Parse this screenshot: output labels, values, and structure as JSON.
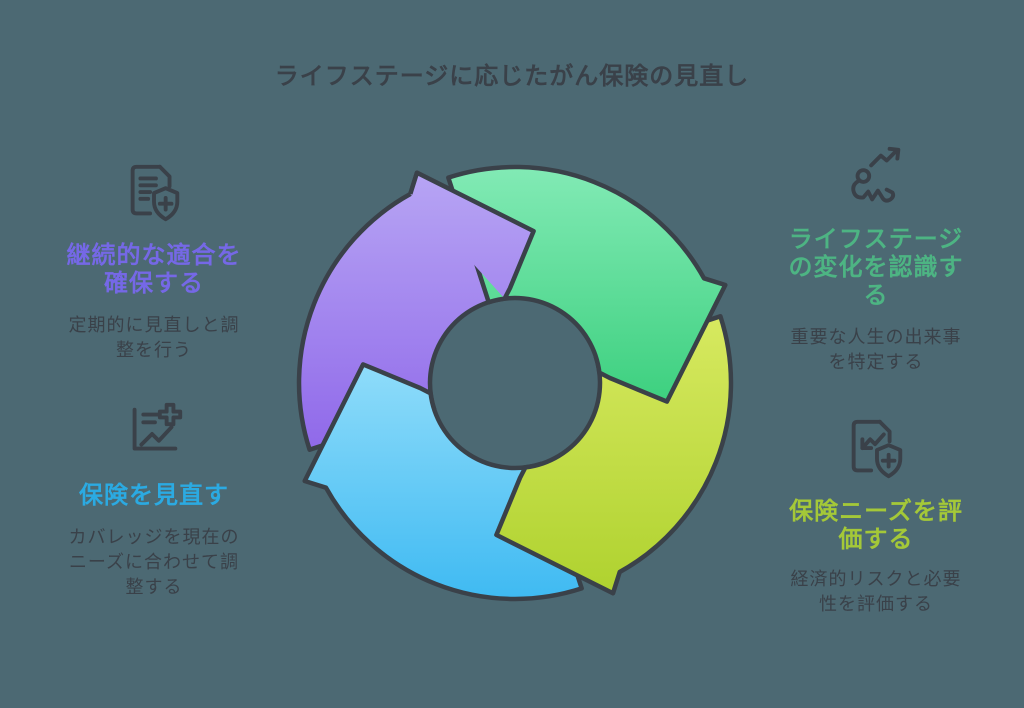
{
  "background": "#4C6973",
  "text_dark": "#3A4149",
  "title": {
    "text": "ライフステージに応じたがん保険の見直し"
  },
  "cycle": {
    "name": "life-stage-insurance-review-cycle",
    "outline": "#3A4149",
    "arrows": [
      {
        "name": "recognize-arrow",
        "position": "top-right",
        "light": "#82EAB5",
        "dark": "#3DD07F"
      },
      {
        "name": "assess-arrow",
        "position": "bottom-right",
        "light": "#D7E960",
        "dark": "#AFD22F"
      },
      {
        "name": "review-arrow",
        "position": "bottom-left",
        "light": "#8FDCFA",
        "dark": "#3FBAF2"
      },
      {
        "name": "ensure-arrow",
        "position": "top-left",
        "light": "#B7A5F4",
        "dark": "#8A60E8"
      }
    ]
  },
  "icons_stroke": "#3A4149",
  "steps": [
    {
      "id": "recognize",
      "icon": "person-trend-arrow-icon",
      "heading": "ライフステージ\nの変化を認識す\nる",
      "heading_color": "#4DB483",
      "body": "重要な人生の出来事\nを特定する"
    },
    {
      "id": "assess",
      "icon": "document-chart-shield-icon",
      "heading": "保険ニーズを評\n価する",
      "heading_color": "#A4C838",
      "body": "経済的リスクと必要\n性を評価する"
    },
    {
      "id": "review",
      "icon": "health-chart-cross-icon",
      "heading": "保険を見直す",
      "heading_color": "#2BAAE2",
      "body": "カバレッジを現在の\nニーズに合わせて調\n整する"
    },
    {
      "id": "ensure",
      "icon": "document-shield-plus-icon",
      "heading": "継続的な適合を\n確保する",
      "heading_color": "#7568E6",
      "body": "定期的に見直しと調\n整を行う"
    }
  ]
}
